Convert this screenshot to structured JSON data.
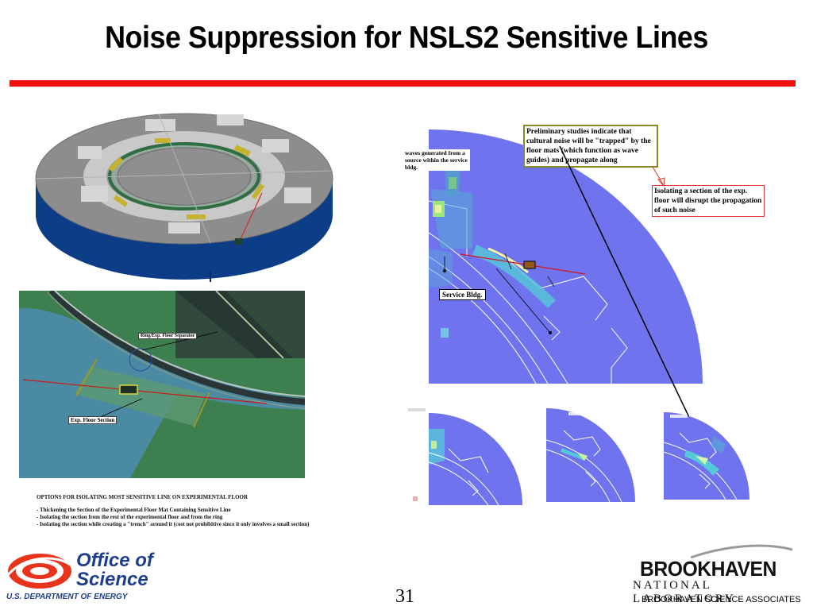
{
  "slide": {
    "title": "Noise Suppression for NSLS2 Sensitive Lines",
    "page_number": "31"
  },
  "annotations": {
    "waves": "waves generated from a source within the service bldg.",
    "preliminary": "Preliminary studies indicate that cultural noise will be \"trapped\" by the floor mats (which function as wave guides) and propagate along",
    "isolating": "Isolating a section of the exp. floor will disrupt the propagation of such noise",
    "service_bldg": "Service Bldg.",
    "ring_separator": "Ring/Exp. Floor Separator",
    "exp_floor_section": "Exp. Floor Section"
  },
  "options": {
    "heading": "OPTIONS FOR ISOLATING MOST SENSITIVE LINE ON EXPERIMENTAL FLOOR",
    "items": [
      "- Thickening the Section of the Experimental Floor Mat Containing Sensitive Line",
      "- Isolating the section from the rest of the experimental floor and from the ring",
      "- Isolating the section while creating a \"trench\" around it (cost not prohibitive since it only involves a small section)"
    ]
  },
  "footer": {
    "office_line1": "Office of",
    "office_line2": "Science",
    "doe": "U.S. DEPARTMENT OF ENERGY",
    "bnl_name": "BROOKHAVEN",
    "bnl_sub": "NATIONAL LABORATORY",
    "associates": "BROOKHAVEN SCIENCE ASSOCIATES"
  },
  "colors": {
    "title_rule": "#ee1111",
    "plot_blue": "#6f74ee",
    "floor_green": "#3e7f4f",
    "floor_blue": "#4b8aa3",
    "doe_blue": "#1d3d8f",
    "logo_red": "#e8341c"
  }
}
